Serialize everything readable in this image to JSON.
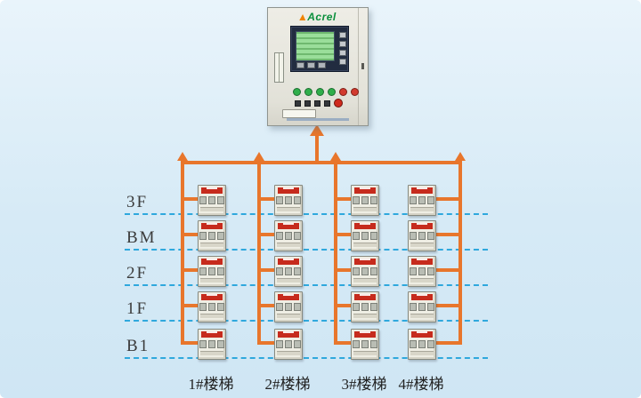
{
  "cabinet": {
    "brand": "Acrel"
  },
  "floors": [
    "3F",
    "BM",
    "2F",
    "1F",
    "B1"
  ],
  "stairs": [
    "1#楼梯",
    "2#楼梯",
    "3#楼梯",
    "4#楼梯"
  ],
  "colors": {
    "line_orange": "#e8762c",
    "floor_line_blue": "#2fa8dd",
    "device_red": "#c62b1d",
    "background": "#d6eaf6",
    "screen_green": "#9ade9a"
  }
}
